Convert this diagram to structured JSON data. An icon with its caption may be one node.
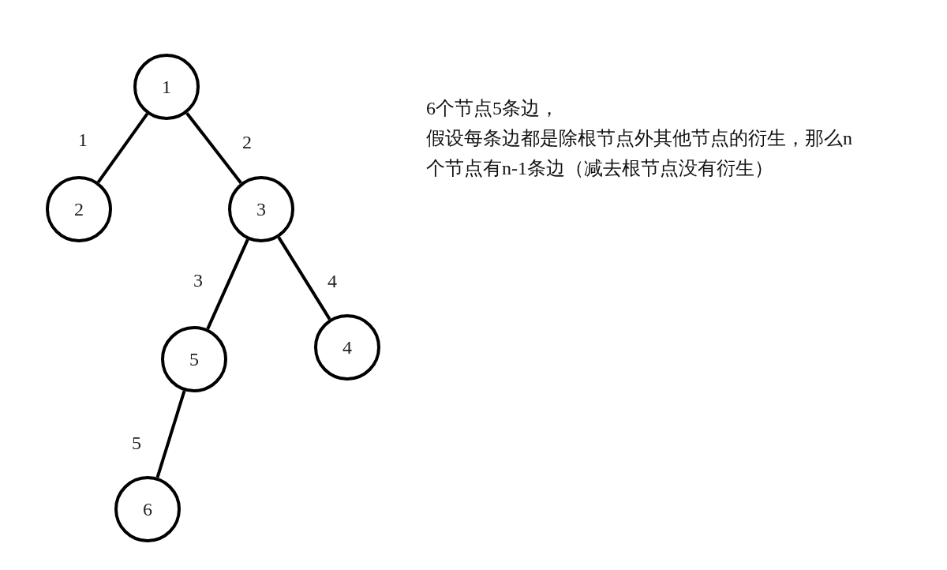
{
  "diagram": {
    "nodes": [
      {
        "text": [
          "1"
        ]
      },
      {
        "text": [
          "2"
        ]
      },
      {
        "text": [
          "3"
        ]
      },
      {
        "text": [
          "4"
        ]
      },
      {
        "text": [
          "5"
        ]
      },
      {
        "text": [
          "6"
        ]
      }
    ],
    "edges": [
      {
        "from": 0,
        "to": 1,
        "arrow": "none",
        "label": "1"
      },
      {
        "from": 0,
        "to": 2,
        "arrow": "none",
        "label": "2"
      },
      {
        "from": 2,
        "to": 4,
        "arrow": "none",
        "label": "3"
      },
      {
        "from": 2,
        "to": 3,
        "arrow": "none",
        "label": "4"
      },
      {
        "from": 4,
        "to": 5,
        "arrow": "none",
        "label": "5"
      }
    ],
    "labels": [
      "6个节点5条边，",
      "假设每条边都是除根节点外其他节点的衍生，那么n个节点有n-1条边（减去根节点没有衍生）"
    ]
  }
}
